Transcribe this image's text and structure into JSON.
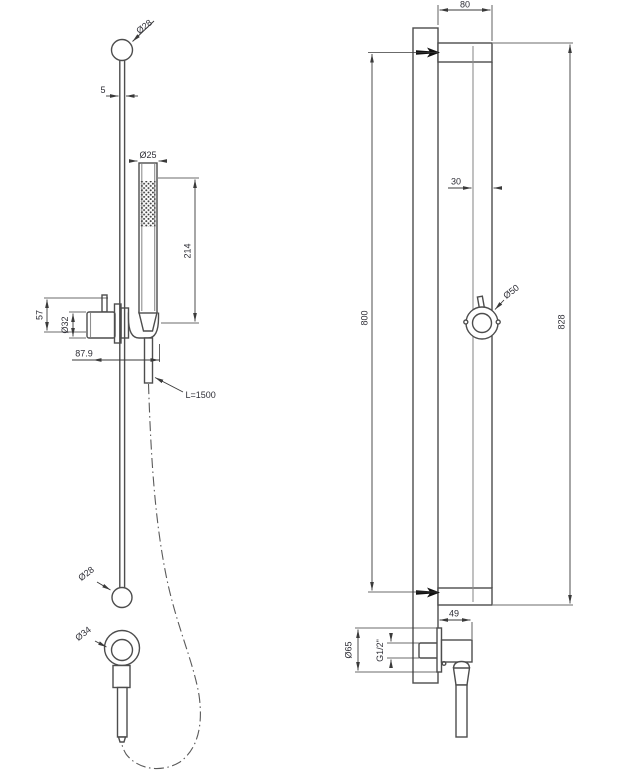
{
  "drawing": {
    "colors": {
      "line": "#4d4d4d",
      "secondary_line": "#8e8e8e",
      "dimension": "#3a3a3a",
      "text": "#2e2e36",
      "background": "#ffffff"
    },
    "front_view": {
      "top_cap_diameter": "Ø28",
      "rail_thickness": "5",
      "handshower_diameter": "Ø25",
      "handshower_length": "214",
      "holder_height": "57",
      "knob_diameter": "Ø32",
      "holder_offset": "87.9",
      "hose_length": "L=1500",
      "bottom_cap_diameter": "Ø28",
      "handle_ring_diameter": "Ø34"
    },
    "side_view": {
      "bracket_depth": "80",
      "rail_depth": "30",
      "rail_length": "800",
      "overall_height": "828",
      "slider_ring_diameter": "Ø50",
      "outlet_depth": "49",
      "outlet_flange_diameter": "Ø65",
      "outlet_thread": "G1/2\""
    }
  }
}
